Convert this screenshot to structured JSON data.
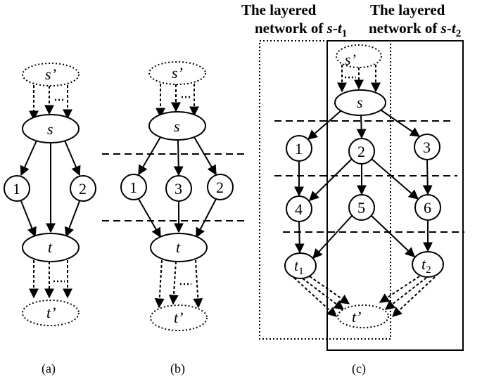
{
  "panels": {
    "a": {
      "caption": "(a)",
      "source": "s",
      "sink": "t",
      "super_source": "s",
      "super_sink": "t",
      "nodes": [
        "1",
        "2"
      ]
    },
    "b": {
      "caption": "(b)",
      "source": "s",
      "sink": "t",
      "super_source": "s",
      "super_sink": "t",
      "nodes": [
        "1",
        "3",
        "2"
      ]
    },
    "c": {
      "caption": "(c)",
      "source": "s",
      "super_source": "s",
      "super_sink": "t",
      "nodes": [
        "1",
        "2",
        "3",
        "4",
        "5",
        "6"
      ],
      "sink_1": "t",
      "sink_1_sub": "1",
      "sink_2": "t",
      "sink_2_sub": "2",
      "box1": {
        "title_line1": "The layered",
        "title_line2_prefix": "network of ",
        "title_line2_var": "s",
        "title_line2_dash": "-",
        "title_line2_t": "t",
        "title_line2_sub": "1"
      },
      "box2": {
        "title_line1": "The layered",
        "title_line2_prefix": "network of ",
        "title_line2_var": "s",
        "title_line2_dash": "-",
        "title_line2_t": "t",
        "title_line2_sub": "2"
      }
    }
  },
  "prime_mark": "’"
}
